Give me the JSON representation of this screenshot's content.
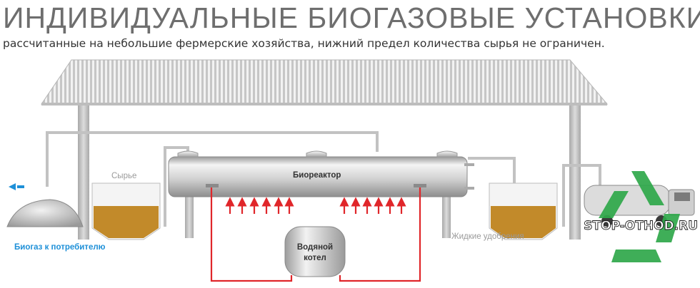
{
  "header": {
    "title": "ИНДИВИДУАЛЬНЫЕ БИОГАЗОВЫЕ УСТАНОВКИ",
    "subtitle": "рассчитанные на небольшие фермерские хозяйства, нижний предел количества сырья не ограничен."
  },
  "labels": {
    "raw": "Сырье",
    "bioreactor": "Биореактор",
    "boiler_line1": "Водяной",
    "boiler_line2": "котел",
    "fertilizer": "Жидкие удобрения",
    "biogas": "Биогаз к потребителю"
  },
  "watermark": "STOP-OTHOD.RU",
  "colors": {
    "heat_pipe": "#e0262a",
    "biogas_arrow": "#1e90d8",
    "biogas_label": "#1e90d8",
    "sludge": "#c28a2a",
    "logo_green": "#2fa84a"
  }
}
